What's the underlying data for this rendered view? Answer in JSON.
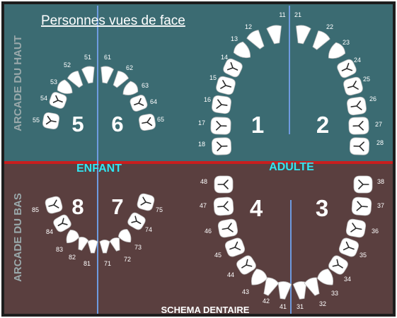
{
  "header": {
    "title": "Personnes vues de face"
  },
  "arcades": {
    "top": "ARCADE DU HAUT",
    "bottom": "ARCADE DU BAS"
  },
  "labels": {
    "child": "ENFANT",
    "adult": "ADULTE",
    "footer": "SCHEMA DENTAIRE"
  },
  "quadrants": {
    "q1": "1",
    "q2": "2",
    "q3": "3",
    "q4": "4",
    "q5": "5",
    "q6": "6",
    "q7": "7",
    "q8": "8"
  },
  "teeth": {
    "adult_upper_right": [
      "11",
      "12",
      "13",
      "14",
      "15",
      "16",
      "17",
      "18"
    ],
    "adult_upper_left": [
      "21",
      "22",
      "23",
      "24",
      "25",
      "26",
      "27",
      "28"
    ],
    "adult_lower_left": [
      "31",
      "32",
      "33",
      "34",
      "35",
      "36",
      "37",
      "38"
    ],
    "adult_lower_right": [
      "41",
      "42",
      "43",
      "44",
      "45",
      "46",
      "47",
      "48"
    ],
    "child_upper_right": [
      "51",
      "52",
      "53",
      "54",
      "55"
    ],
    "child_upper_left": [
      "61",
      "62",
      "63",
      "64",
      "65"
    ],
    "child_lower_left": [
      "71",
      "72",
      "73",
      "74",
      "75"
    ],
    "child_lower_right": [
      "81",
      "82",
      "83",
      "84",
      "85"
    ]
  },
  "colors": {
    "upper_bg": "#3b6b72",
    "lower_bg": "#5a3f3f",
    "border": "#1d1d1d",
    "divider_red": "#c81e1e",
    "midline_blue": "#6e9be0",
    "label_cyan": "#31e6f2",
    "arcade_text": "#9aa9ab",
    "tooth_fill": "#ffffff",
    "root_mark": "#2a2a2a"
  }
}
